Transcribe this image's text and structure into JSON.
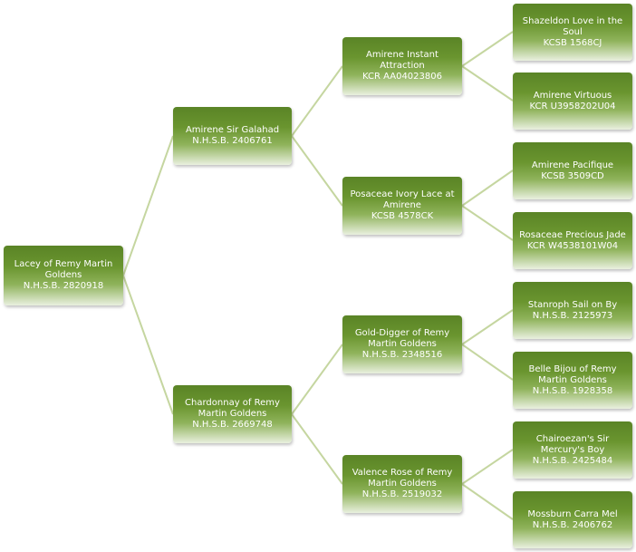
{
  "pedigree": {
    "subject": {
      "name": "Lacey of Remy Martin Goldens",
      "reg": "N.H.S.B. 2820918"
    },
    "sire": {
      "name": "Amirene Sir Galahad",
      "reg": "N.H.S.B. 2406761"
    },
    "dam": {
      "name": "Chardonnay of Remy Martin Goldens",
      "reg": "N.H.S.B. 2669748"
    },
    "sire_sire": {
      "name": "Amirene Instant Attraction",
      "reg": "KCR AA04023806"
    },
    "sire_dam": {
      "name": "Posaceae Ivory Lace at Amirene",
      "reg": "KCSB 4578CK"
    },
    "dam_sire": {
      "name": "Gold-Digger of Remy Martin Goldens",
      "reg": "N.H.S.B. 2348516"
    },
    "dam_dam": {
      "name": "Valence Rose of Remy Martin Goldens",
      "reg": "N.H.S.B. 2519032"
    },
    "ggp": [
      {
        "name": "Shazeldon Love in the Soul",
        "reg": "KCSB 1568CJ"
      },
      {
        "name": "Amirene Virtuous",
        "reg": "KCR U3958202U04"
      },
      {
        "name": "Amirene Pacifique",
        "reg": "KCSB 3509CD"
      },
      {
        "name": "Rosaceae Precious Jade",
        "reg": "KCR W4538101W04"
      },
      {
        "name": "Stanroph Sail on By",
        "reg": "N.H.S.B. 2125973"
      },
      {
        "name": "Belle Bijou of Remy Martin Goldens",
        "reg": "N.H.S.B. 1928358"
      },
      {
        "name": "Chairoezan's Sir Mercury's Boy",
        "reg": "N.H.S.B. 2425484"
      },
      {
        "name": "Mossburn Carra Mel",
        "reg": "N.H.S.B. 2406762"
      }
    ]
  },
  "colors": {
    "box": "#6a952f",
    "box_fade": "#e9f0df",
    "connector": "#c5d6a0",
    "text": "#ffffff"
  }
}
